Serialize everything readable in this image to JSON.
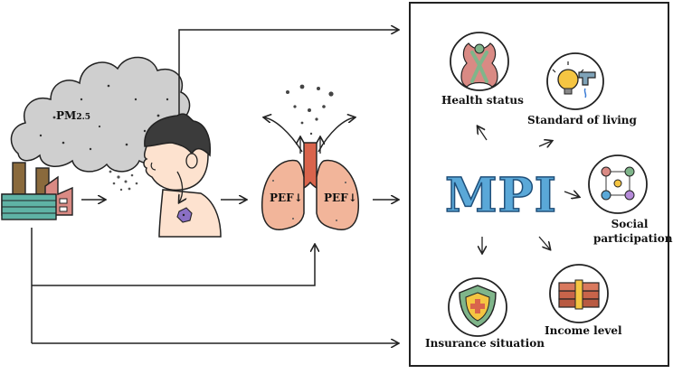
{
  "smog": {
    "label_main": "PM",
    "label_sub": "2.5"
  },
  "lungs": {
    "left_label": "PEF↓",
    "right_label": "PEF↓"
  },
  "mpi": {
    "title": "MPI",
    "dimensions": [
      {
        "key": "health",
        "label": "Health status",
        "icon": "health-person-icon"
      },
      {
        "key": "living",
        "label": "Standard of living",
        "icon": "bulb-faucet-icon"
      },
      {
        "key": "social",
        "label_line1": "Social",
        "label_line2": "participation",
        "icon": "people-network-icon"
      },
      {
        "key": "income",
        "label": "Income level",
        "icon": "money-stack-icon"
      },
      {
        "key": "insurance",
        "label": "Insurance situation",
        "icon": "shield-cross-icon"
      }
    ]
  },
  "colors": {
    "mpi_text": "#5aa8d8",
    "lung_fill": "#f2b59a",
    "trachea": "#d9644c",
    "smog": "#c9c9c9",
    "factory_green": "#5fb3a5",
    "factory_brown": "#8a6a3c",
    "skin": "#fde2cf",
    "hair": "#3b3b3b",
    "shield": "#7fb58a",
    "money": "#c8644a"
  }
}
